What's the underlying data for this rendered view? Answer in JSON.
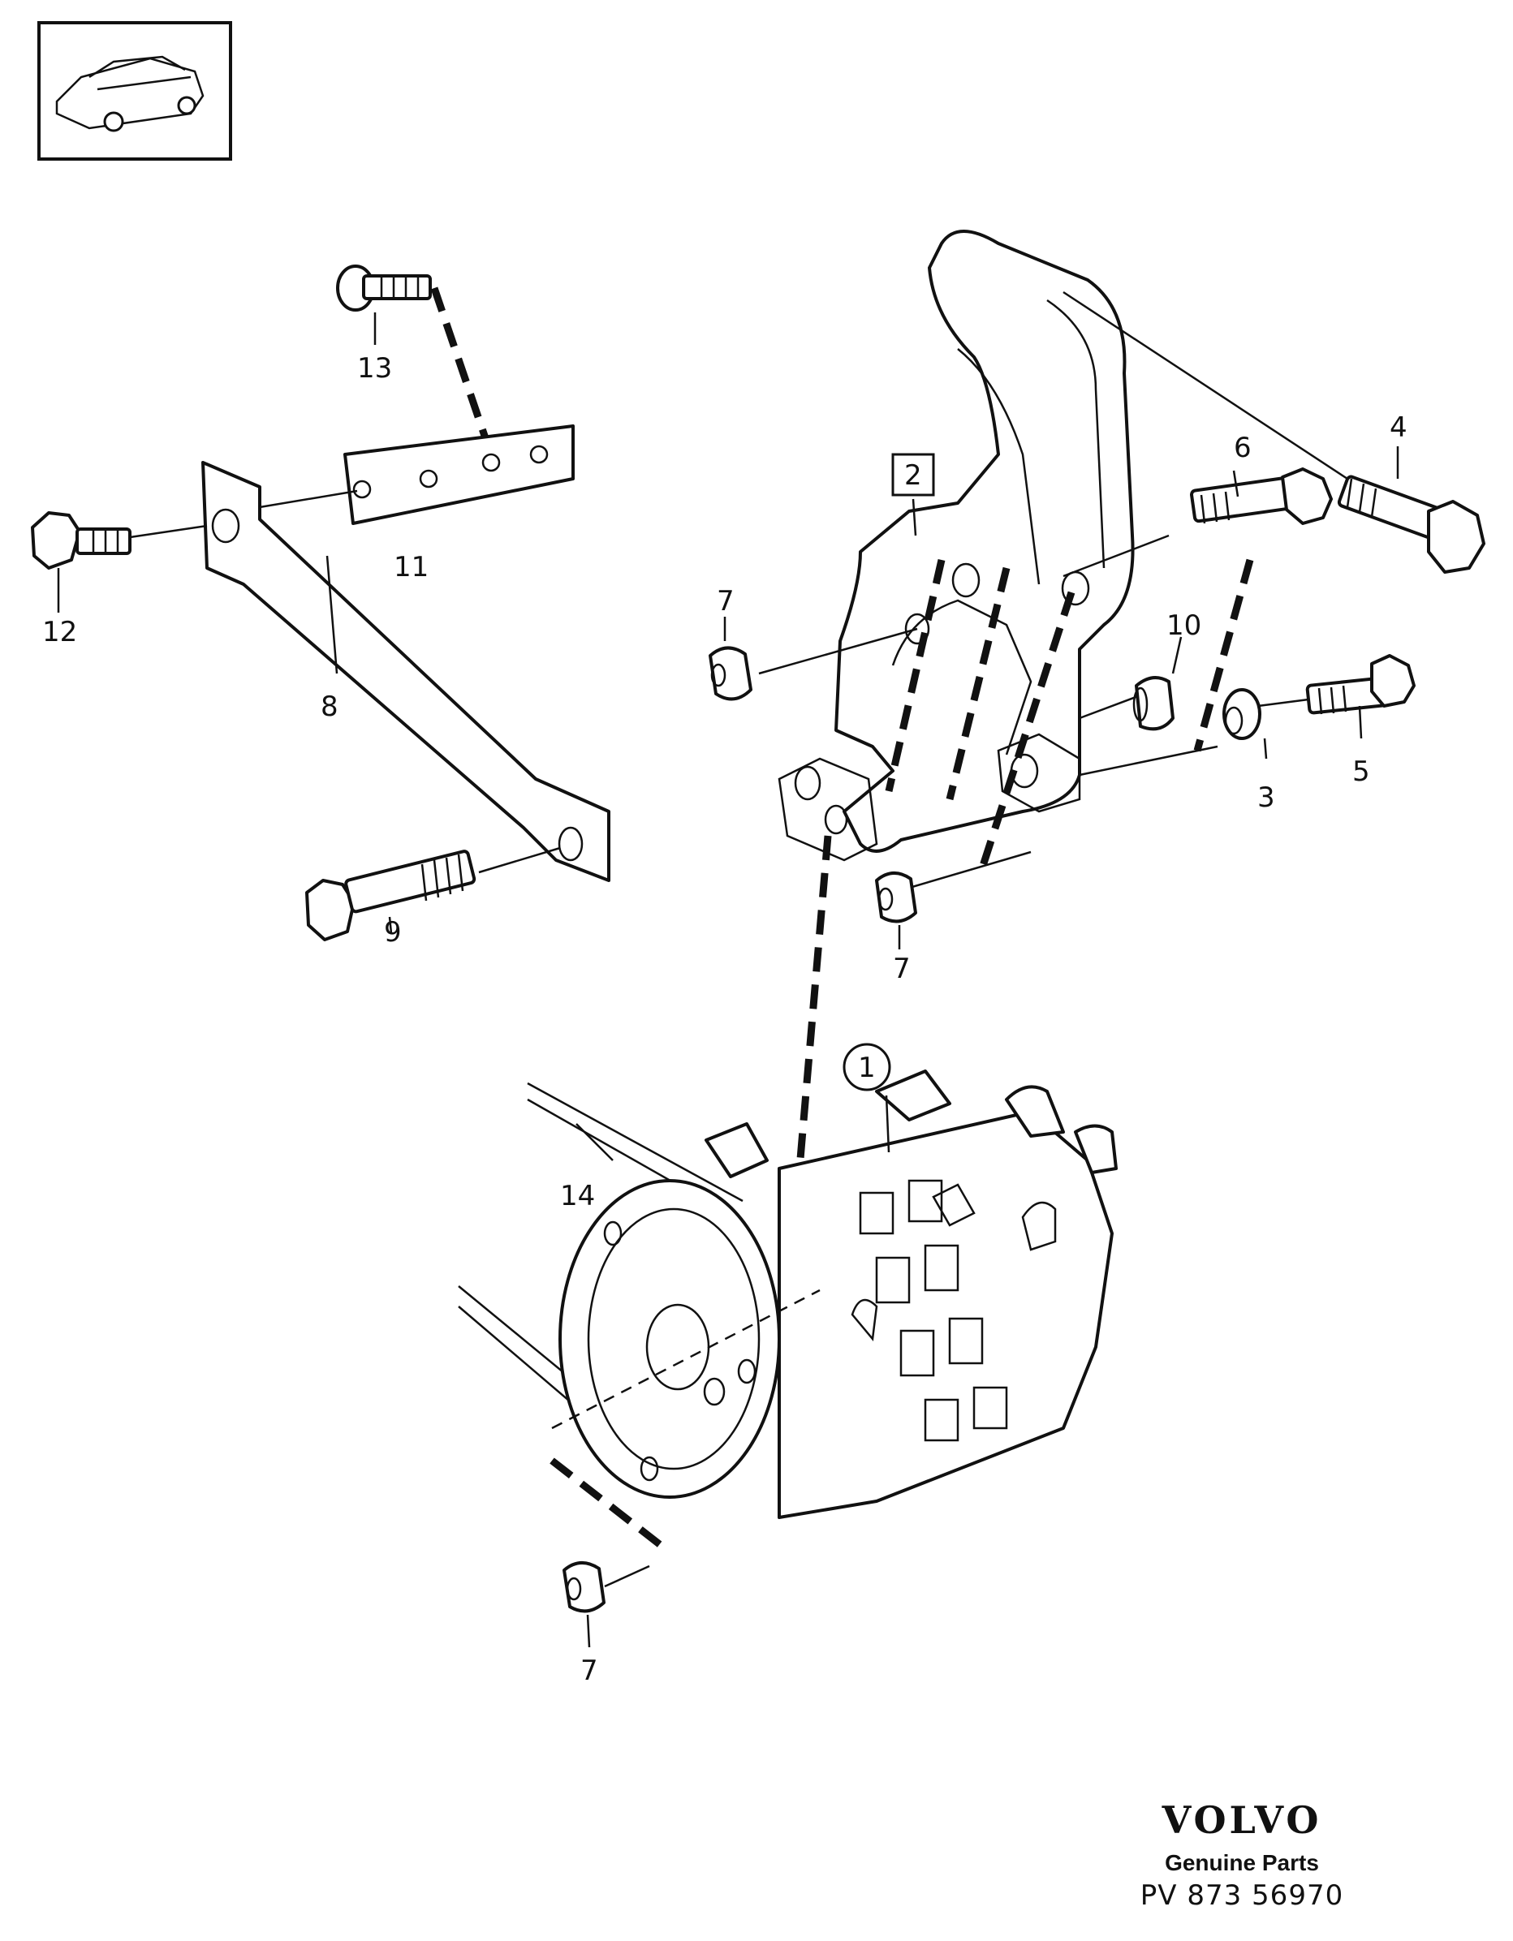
{
  "callouts": {
    "c1": "1",
    "c2": "2",
    "c3": "3",
    "c4": "4",
    "c5": "5",
    "c6": "6",
    "c7a": "7",
    "c7b": "7",
    "c7c": "7",
    "c8": "8",
    "c9": "9",
    "c10": "10",
    "c11": "11",
    "c12": "12",
    "c13": "13",
    "c14": "14"
  },
  "brand": {
    "logo": "VOLVO",
    "subtitle": "Genuine Parts",
    "code": "PV 873 56970"
  },
  "icons": {
    "vehicle": "car-sedan-icon"
  },
  "colors": {
    "ink": "#111111",
    "paper": "#ffffff"
  }
}
